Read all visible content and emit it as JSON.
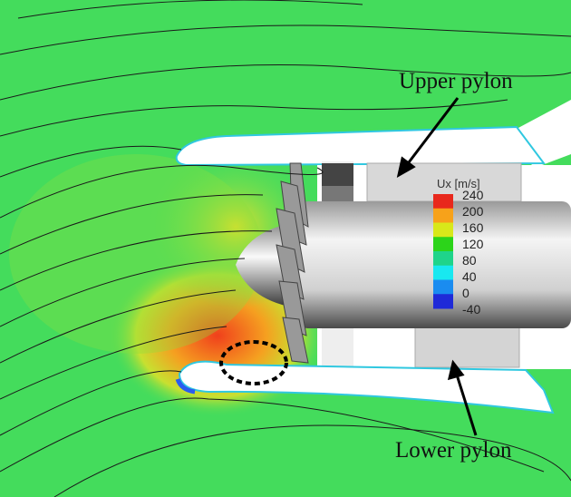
{
  "labels": {
    "upper": "Upper pylon",
    "lower": "Lower pylon"
  },
  "legend": {
    "title": "Ux [m/s]",
    "ticks": [
      "240",
      "200",
      "160",
      "120",
      "80",
      "40",
      "0",
      "-40"
    ],
    "colors": [
      "#e8281c",
      "#f7a21a",
      "#d8e81a",
      "#2cd41a",
      "#1fd48a",
      "#18e8f0",
      "#1a8cf0",
      "#1f2ad8"
    ]
  },
  "colors": {
    "background": "#44dc5c",
    "nacelle": "#ffffff",
    "streamline": "#1a1a1a"
  }
}
